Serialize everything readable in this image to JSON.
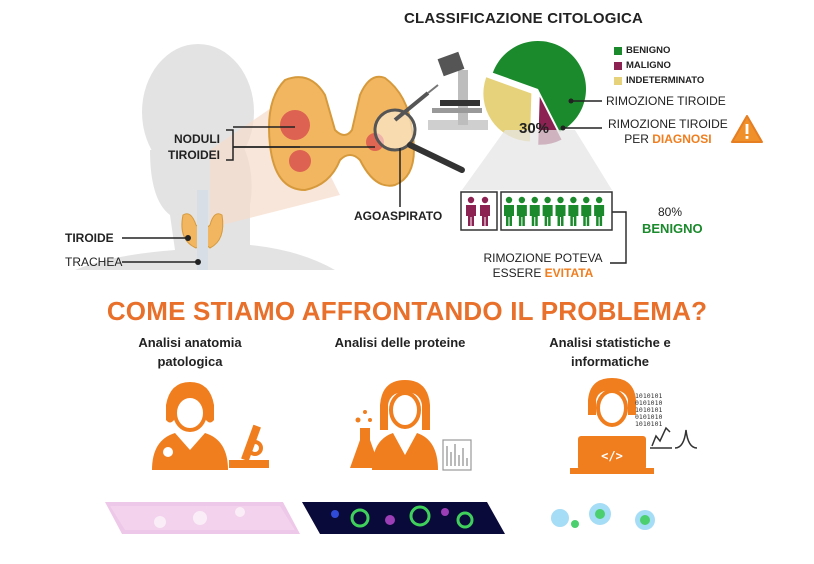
{
  "chart": {
    "title": "CLASSIFICAZIONE CITOLOGICA",
    "percent_label": "30%",
    "legend": [
      {
        "label": "BENIGNO",
        "color": "#1b8a2c"
      },
      {
        "label": "MALIGNO",
        "color": "#8b2252"
      },
      {
        "label": "INDETERMINATO",
        "color": "#e6d27a"
      }
    ]
  },
  "chart_data": {
    "type": "pie",
    "categories": [
      "BENIGNO",
      "MALIGNO",
      "INDETERMINATO"
    ],
    "values": [
      62,
      8,
      30
    ],
    "title": "CLASSIFICAZIONE CITOLOGICA"
  },
  "callouts": {
    "rimozione": "RIMOZIONE TIROIDE",
    "rimozione_diag_line1": "RIMOZIONE TIROIDE",
    "rimozione_diag_prefix": "PER ",
    "rimozione_diag_highlight": "DIAGNOSI",
    "benign_percent": "80%",
    "benign_word": "BENIGNO",
    "avoid_line1": "RIMOZIONE POTEVA",
    "avoid_prefix": "ESSERE ",
    "avoid_highlight": "EVITATA"
  },
  "anatomy": {
    "noduli_line1": "NODULI",
    "noduli_line2": "TIROIDEI",
    "agoaspirato": "AGOASPIRATO",
    "tiroide": "TIROIDE",
    "trachea": "TRACHEA"
  },
  "main_title": "COME STIAMO AFFRONTANDO IL PROBLEMA?",
  "columns": [
    {
      "line1": "Analisi anatomia",
      "line2": "patologica"
    },
    {
      "line1": "Analisi delle proteine",
      "line2": ""
    },
    {
      "line1": "Analisi statistiche e",
      "line2": "informatiche"
    }
  ],
  "icon_text": {
    "code_symbol": "</>",
    "binary_rows": [
      "1010101",
      "0101010",
      "1010101",
      "0101010",
      "1010101"
    ]
  },
  "people": {
    "indeterminate_total": 10,
    "malignant": 2,
    "benign": 8
  }
}
